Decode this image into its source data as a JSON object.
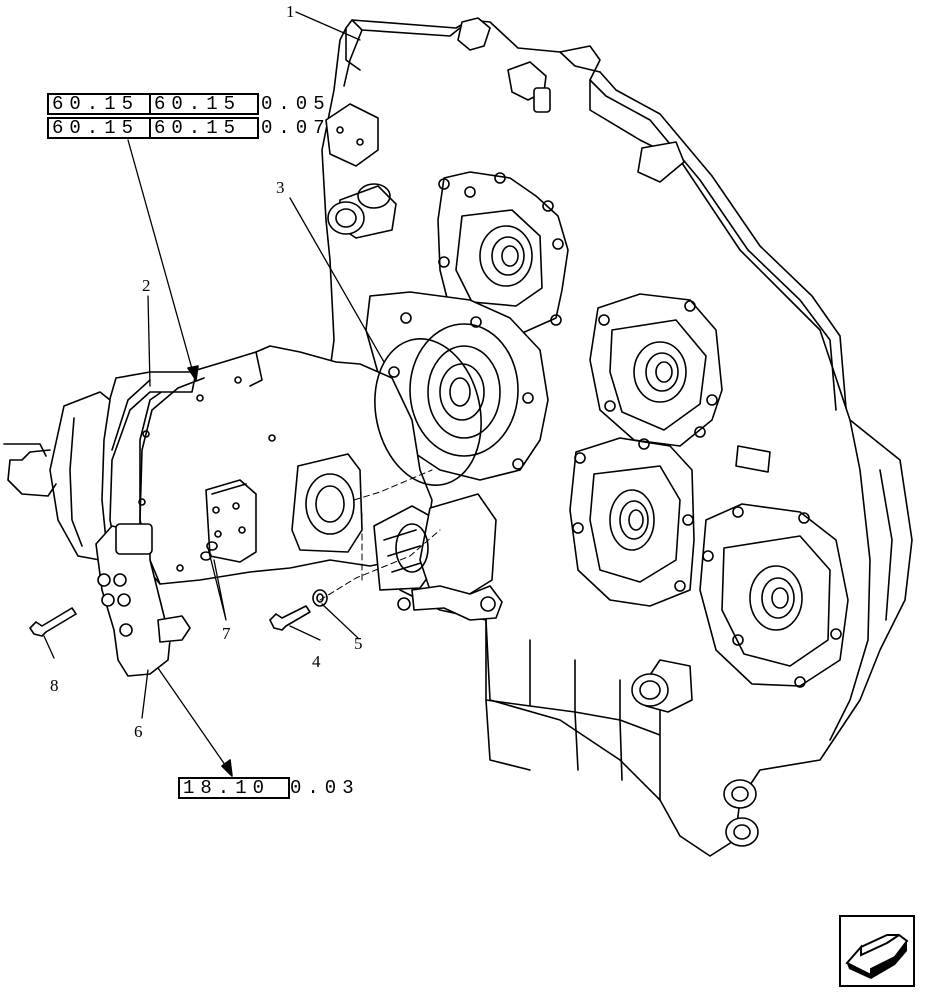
{
  "diagram": {
    "part_callouts": [
      "1",
      "2",
      "3",
      "4",
      "5",
      "6",
      "7",
      "8"
    ],
    "references": [
      {
        "box_a": "60.15",
        "box_b": "60.15",
        "tail": "0.05"
      },
      {
        "box_a": "60.15",
        "box_b": "60.15",
        "tail": "0.07"
      },
      {
        "box_a": "18.10",
        "box_b": "",
        "tail": "0.03"
      }
    ],
    "nav_icon": "arrow-navigation-icon"
  }
}
